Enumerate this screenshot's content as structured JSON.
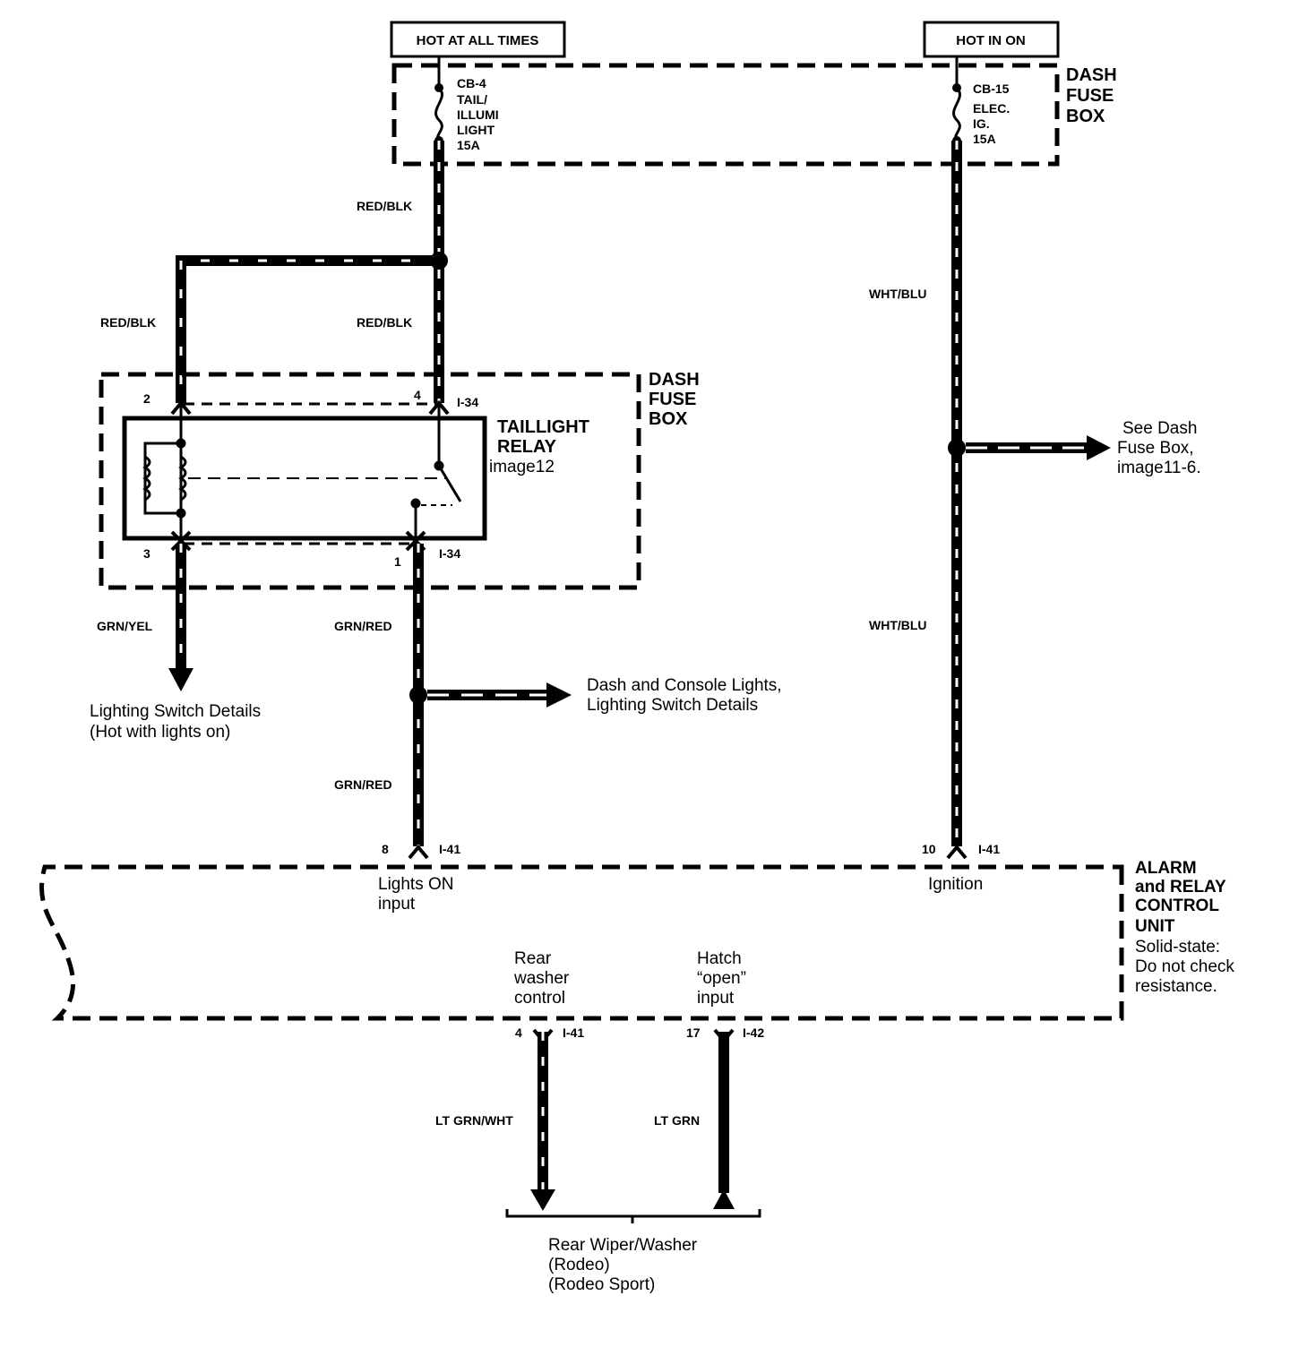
{
  "power": {
    "hot_at_all_times": "HOT AT ALL TIMES",
    "hot_in_on": "HOT IN ON"
  },
  "dash_fuse_box_top": {
    "label_lines": [
      "DASH",
      "FUSE",
      "BOX"
    ],
    "fuse_left_lines": [
      "CB-4",
      "TAIL/",
      "ILLUMI",
      "LIGHT",
      "15A"
    ],
    "fuse_right_lines": [
      "CB-15",
      "ELEC.",
      "IG.",
      "15A"
    ]
  },
  "wires": {
    "red_blk_top": "RED/BLK",
    "red_blk_left": "RED/BLK",
    "red_blk_mid": "RED/BLK",
    "wht_blu_upper": "WHT/BLU",
    "wht_blu_lower": "WHT/BLU",
    "grn_yel": "GRN/YEL",
    "grn_red_upper": "GRN/RED",
    "grn_red_lower": "GRN/RED",
    "lt_grn_wht": "LT GRN/WHT",
    "lt_grn": "LT GRN"
  },
  "relay_box": {
    "label_lines": [
      "DASH",
      "FUSE",
      "BOX"
    ],
    "relay_lines": [
      "TAILLIGHT",
      "RELAY"
    ],
    "relay_ref": "image12",
    "pins": {
      "p2": "2",
      "p4": "4",
      "p3": "3",
      "p1": "1",
      "conn_top": "I-34",
      "conn_bottom": "I-34"
    }
  },
  "references": {
    "see_dash_lines": [
      "See Dash",
      "Fuse Box,",
      "image11-6."
    ],
    "dash_console_lines": [
      "Dash and Console Lights,",
      "Lighting Switch Details"
    ],
    "lighting_switch_lines": [
      "Lighting Switch Details",
      "(Hot with lights on)"
    ]
  },
  "control_unit": {
    "title_lines": [
      "ALARM",
      "and RELAY",
      "CONTROL",
      "UNIT"
    ],
    "note_lines": [
      "Solid-state:",
      "Do not check",
      "resistance."
    ],
    "pin8": "8",
    "pin8_conn": "I-41",
    "pin10": "10",
    "pin10_conn": "I-41",
    "pin4": "4",
    "pin4_conn": "I-41",
    "pin17": "17",
    "pin17_conn": "I-42",
    "lights_on_lines": [
      "Lights ON",
      "input"
    ],
    "ignition": "Ignition",
    "rear_washer_lines": [
      "Rear",
      "washer",
      "control"
    ],
    "hatch_open_lines": [
      "Hatch",
      "“open”",
      "input"
    ]
  },
  "rear_wiper": {
    "label_lines": [
      "Rear Wiper/Washer",
      "(Rodeo)",
      "(Rodeo Sport)"
    ]
  }
}
